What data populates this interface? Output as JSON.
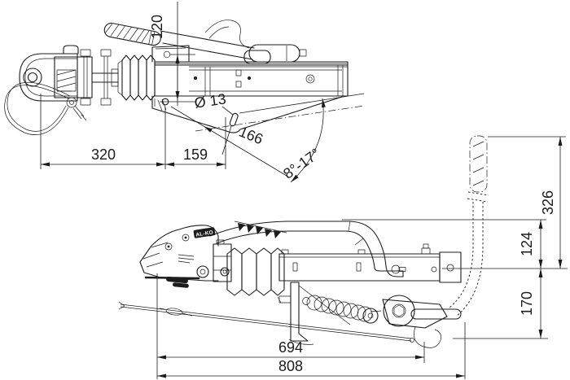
{
  "page": {
    "background": "#ffffff",
    "line_color": "#1c1c1c",
    "badge_color": "#1c1c1c"
  },
  "top_view": {
    "dim_height": "120",
    "dim_length_front": "320",
    "dim_length_rear": "159",
    "hole_diameter": "Ø 13",
    "dim_diagonal": "166",
    "angle_range": "8°-17°"
  },
  "side_view": {
    "brand": "AL-KO",
    "dim_lever_height": "326",
    "dim_above_axis": "124",
    "dim_below_axis": "170",
    "dim_length_inner": "694",
    "dim_length_overall": "808"
  }
}
